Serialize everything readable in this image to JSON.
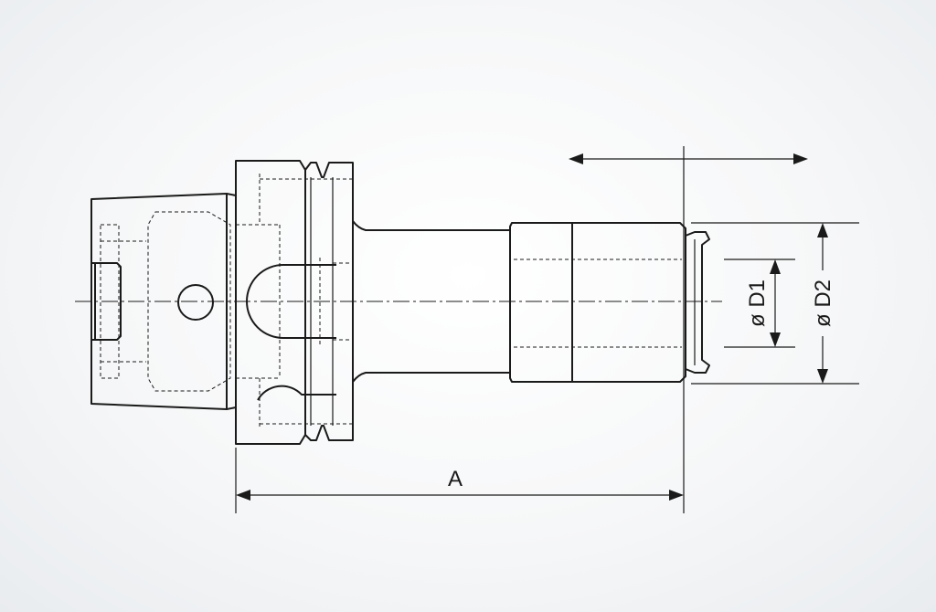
{
  "dimensions": {
    "length_label": "A",
    "d1_label": "ø D1",
    "d2_label": "ø D2"
  },
  "colors": {
    "line": "#1a1a1a",
    "background": "#f6f7f8"
  }
}
